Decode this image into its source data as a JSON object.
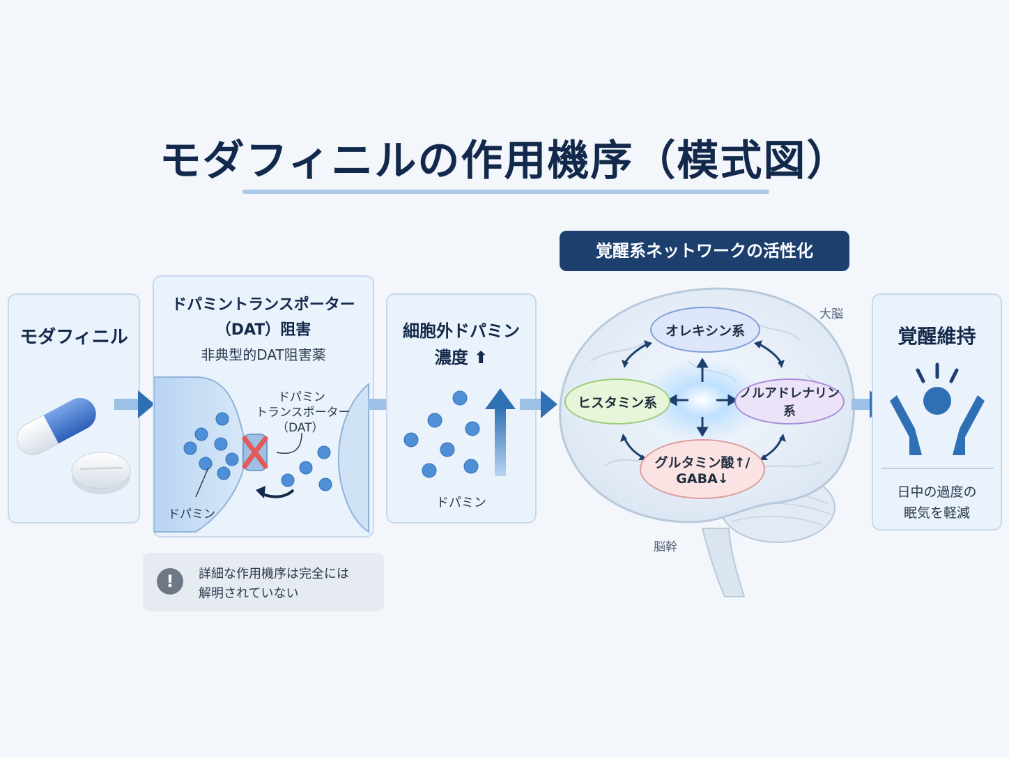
{
  "title": "モダフィニルの作用機序（模式図）",
  "panel1": {
    "title": "モダフィニル"
  },
  "panel2": {
    "title_line1": "ドパミントランスポーター",
    "title_line2": "（DAT）阻害",
    "subtitle": "非典型的DAT阻害薬",
    "dat_label_line1": "ドパミン",
    "dat_label_line2": "トランスポーター",
    "dat_label_line3": "（DAT）",
    "dopamine_label": "ドパミン"
  },
  "panel3": {
    "title_line1": "細胞外ドパミン",
    "title_line2": "濃度",
    "up_glyph": "⬆",
    "dopamine_label": "ドパミン"
  },
  "network": {
    "banner": "覚醒系ネットワークの活性化",
    "cerebrum_label": "大脳",
    "brainstem_label": "脳幹",
    "orexin": "オレキシン系",
    "histamine": "ヒスタミン系",
    "noradrenaline": "ノルアドレナリン系",
    "glutamate_line1": "グルタミン酸↑/",
    "glutamate_line2": "GABA↓"
  },
  "panel5": {
    "title": "覚醒維持",
    "desc_line1": "日中の過度の",
    "desc_line2": "眠気を軽減"
  },
  "note": {
    "icon": "!",
    "line1": "詳細な作用機序は完全には",
    "line2": "解明されていない"
  },
  "colors": {
    "navy": "#13294b",
    "arrow_blue": "#2f6fb3",
    "orexin_fill": "#dde6fb",
    "histamine_fill": "#e7f6d8",
    "noradrenaline_fill": "#ece3f8",
    "glutamate_fill": "#fbe3e3",
    "block_red": "#e05a5a"
  }
}
